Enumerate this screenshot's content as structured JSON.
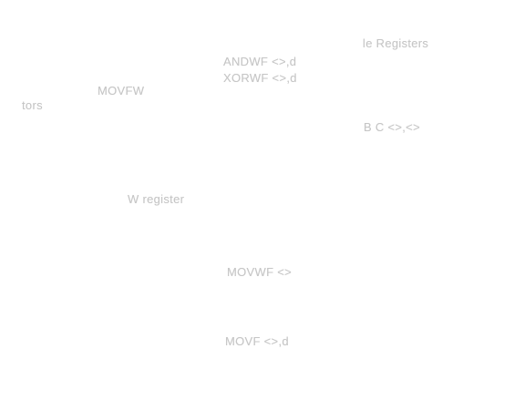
{
  "labels": {
    "file_registers": "le Registers",
    "andwf": "ANDWF <>,d",
    "xorwf": "XORWF <>,d",
    "movfw": "MOVFW",
    "tors": "tors",
    "btc": "B C <>,<>",
    "w_register": "W register",
    "movwf": "MOVWF <>",
    "movf": "MOVF <>,d"
  },
  "colors": {
    "text": "#c6c6c6",
    "background": "#ffffff"
  }
}
